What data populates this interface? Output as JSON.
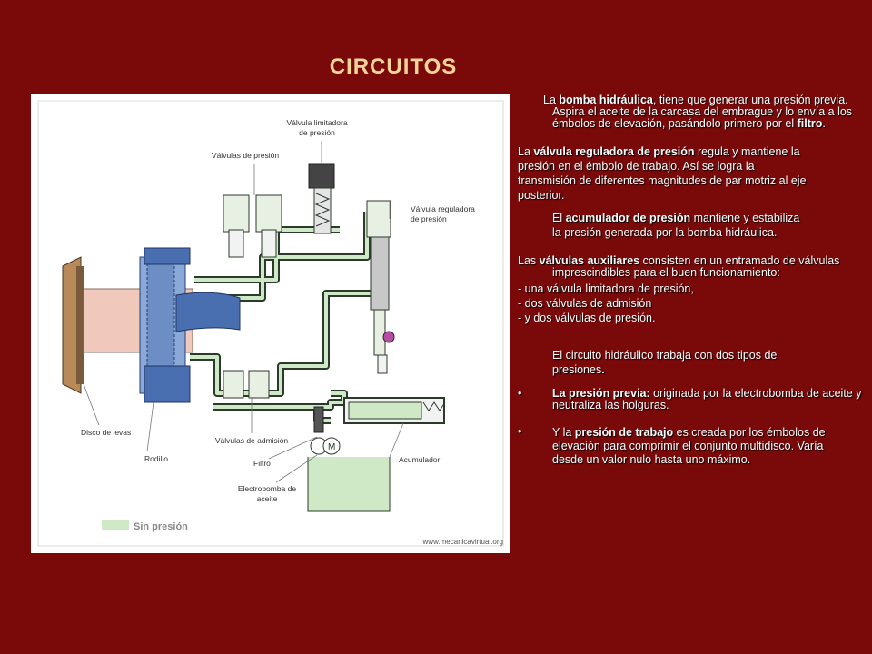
{
  "slide": {
    "title": "CIRCUITOS"
  },
  "figure": {
    "labels": {
      "valvula_limitadora": [
        "Válvula limitadora",
        "de presión"
      ],
      "valvulas_presion": "Válvulas de presión",
      "valvula_reguladora": [
        "Válvula reguladora",
        "de presión"
      ],
      "disco_levas": "Disco de levas",
      "rodillo": "Rodillo",
      "valvulas_admision": "Válvulas de admisión",
      "filtro": "Filtro",
      "electrobomba": [
        "Electrobomba de",
        "aceite"
      ],
      "acumulador": "Acumulador",
      "sin_presion": "Sin presión",
      "watermark": "www.mecanicavirtual.org",
      "motor_symbol": "M"
    },
    "colors": {
      "oil_line": "#cfe9c7",
      "pipe_outline": "#2b3a2b",
      "pump_body": "#4a6fb0"
    }
  },
  "text": {
    "p1": {
      "pre": "La ",
      "b1": "bomba hidráulica",
      "mid1": ", tiene que generar una presión previa. Aspira el aceite de la carcasa del embrague y lo envía a los émbolos de elevación, pasándolo primero por el ",
      "b2": "filtro",
      "post": "."
    },
    "p2": {
      "pre": "La ",
      "b1": "válvula reguladora de presión",
      "post": " regula y mantiene la presión en el émbolo de trabajo. Así se logra la transmisión de diferentes magnitudes de par motriz al eje posterior."
    },
    "p3": {
      "pre": "El ",
      "b1": "acumulador de presión",
      "post": " mantiene y estabiliza la presión generada por la bomba hidráulica."
    },
    "p4": {
      "pre": "Las ",
      "b1": "válvulas auxiliares",
      "post": " consisten en un entramado de válvulas imprescindibles para el buen funcionamiento:"
    },
    "list": [
      "- una válvula limitadora de presión,",
      "- dos válvulas de admisión",
      "- y dos válvulas de presión."
    ],
    "p5": {
      "pre": "El circuito hidráulico trabaja con dos tipos de presiones",
      "post": "."
    },
    "b_item1": {
      "bullet": "•",
      "b1": "La presión previa:",
      "post": " originada por la electrobomba de aceite y neutraliza las holguras."
    },
    "b_item2": {
      "bullet": "•",
      "pre": "Y la ",
      "b1": "presión de trabajo",
      "post": " es creada por los émbolos de elevación para comprimir el conjunto multidisco. Varía desde un valor nulo hasta uno máximo."
    }
  }
}
